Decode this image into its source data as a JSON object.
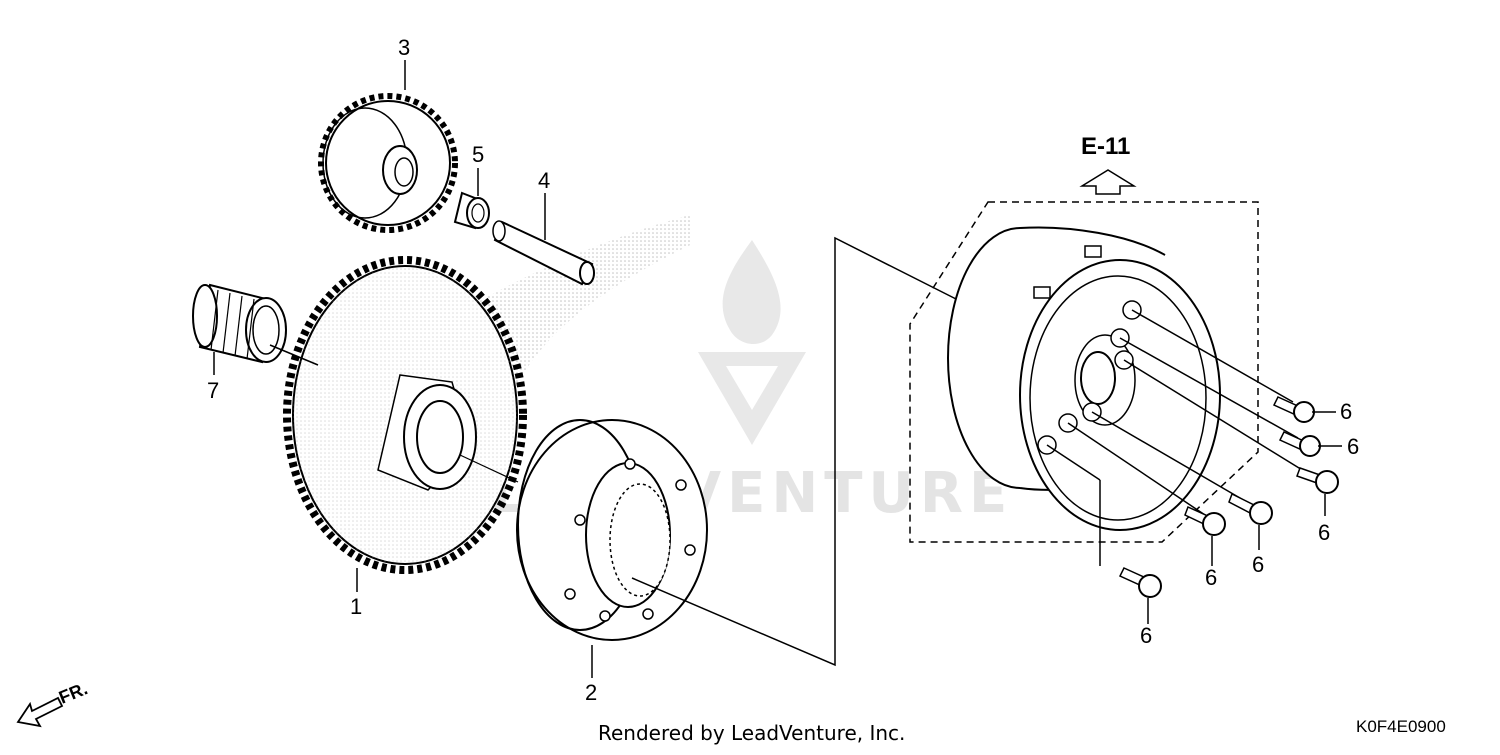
{
  "diagram": {
    "callouts": {
      "part1": "1",
      "part2": "2",
      "part3": "3",
      "part4": "4",
      "part5": "5",
      "part6": "6",
      "part7": "7"
    },
    "reference": "E-11",
    "front_marker": "FR.",
    "watermark": "LEADVENTURE",
    "footer": "Rendered by LeadVenture, Inc.",
    "diagram_code": "K0F4E0900"
  },
  "colors": {
    "line": "#000000",
    "stipple": "#9a9a9a",
    "watermark": "#e4e4e4"
  }
}
